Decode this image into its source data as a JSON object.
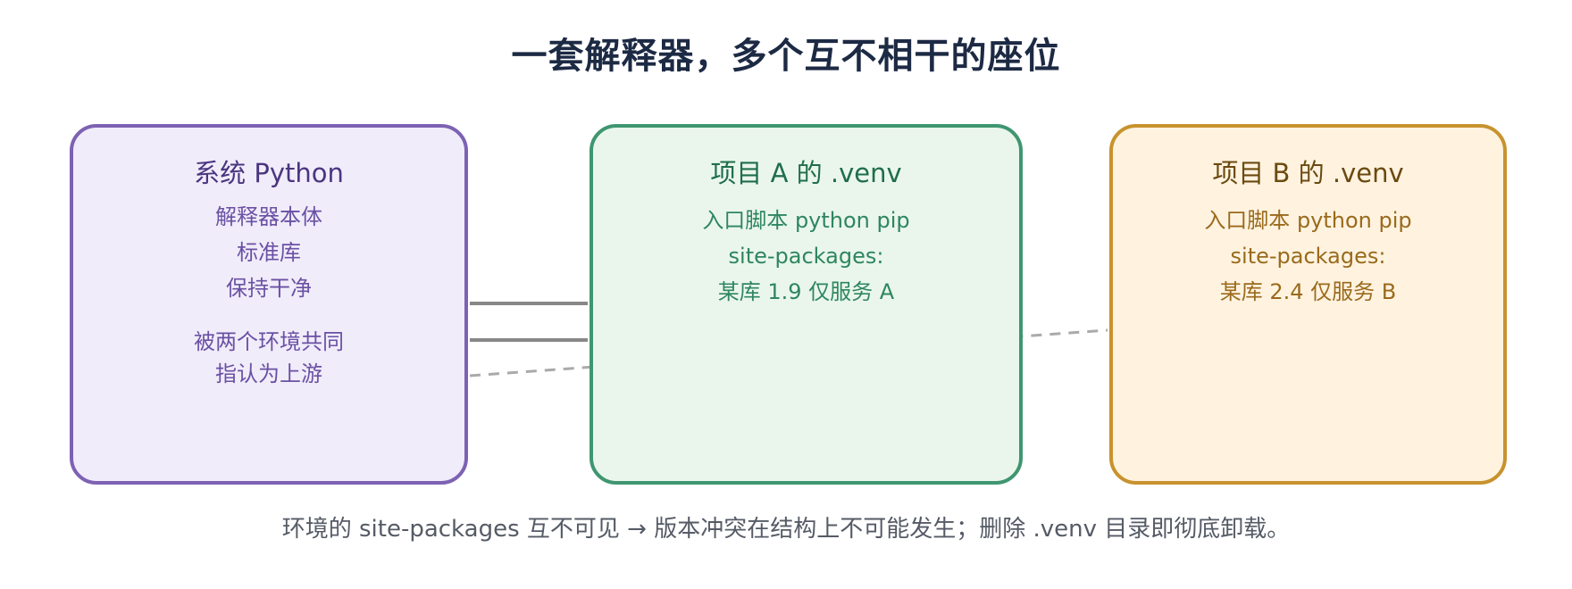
{
  "title": "一套解释器，多个互不相干的座位",
  "system_box": {
    "title": "系统 Python",
    "lines": [
      "解释器本体",
      "标准库",
      "保持干净"
    ],
    "note_lines": [
      "被两个环境共同",
      "指认为上游"
    ],
    "colors": {
      "border": "#7d62b3",
      "fill": "#f1ecfa"
    }
  },
  "venv_a": {
    "title": "项目 A 的 .venv",
    "lines": [
      "入口脚本 python pip",
      "site-packages:",
      "某库 1.9 仅服务 A"
    ],
    "colors": {
      "border": "#3f9670",
      "fill": "#eaf6ec"
    }
  },
  "venv_b": {
    "title": "项目 B 的 .venv",
    "lines": [
      "入口脚本 python pip",
      "site-packages:",
      "某库 2.4 仅服务 B"
    ],
    "colors": {
      "border": "#c8922e",
      "fill": "#fff3e0"
    }
  },
  "caption": "环境的 site-packages 互不可见 → 版本冲突在结构上不可能发生；删除 .venv 目录即彻底卸载。"
}
